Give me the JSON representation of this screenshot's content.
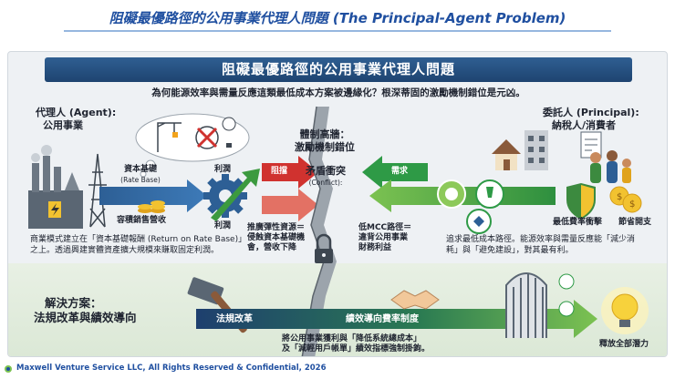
{
  "header": {
    "title": "阻礙最優路徑的公用事業代理人問題 (The Principal-Agent Problem)"
  },
  "card": {
    "banner": "阻礙最優路徑的公用事業代理人問題",
    "subtitle": "為何能源效率與需量反應這類最低成本方案被邊緣化？根深蒂固的激勵機制錯位是元凶。"
  },
  "agent": {
    "title": "代理人 (Agent):",
    "subtitle": "公用事業",
    "rate_base": "資本基礎",
    "rate_base_en": "(Rate Base)",
    "sales_revenue": "容積銷售營收",
    "profit_top": "利潤",
    "profit_bottom": "利潤",
    "note_line1": "商業模式建立在「資本基礎報酬 (Return on Rate Base)」",
    "note_line2": "之上。透過興建實體資產擴大規模來賺取固定利潤。"
  },
  "conflict": {
    "wall_line1": "體制高牆：",
    "wall_line2": "激勵機制錯位",
    "arrow_block": "阻擋",
    "arrow_demand": "需求",
    "label": "矛盾衝突",
    "label_en": "(Conflict):",
    "left_line1": "推廣彈性資源＝",
    "left_line2": "侵蝕資本基礎機",
    "left_line3": "會，營收下降",
    "right_line1": "低MCC路徑＝",
    "right_line2": "違背公用事業",
    "right_line3": "財務利益"
  },
  "principal": {
    "title": "委託人 (Principal):",
    "subtitle": "納稅人/消費者",
    "lowest_rate": "最低費率衝擊",
    "savings": "節省開支",
    "note_line1": "追求最低成本路徑。能源效率與需量反應能「減少消",
    "note_line2": "耗」與「避免建設」，對其最有利。"
  },
  "solution": {
    "title_line1": "解決方案：",
    "title_line2": "法規改革與績效導向",
    "reform": "法規改革",
    "pbr": "績效導向費率制度",
    "note_line1": "將公用事業獲利與「降低系統總成本」",
    "note_line2": "及「減輕用戶帳單」績效指標強制掛鉤。",
    "release": "釋放全部潛力"
  },
  "footer": {
    "text": "Maxwell Venture Service LLC, All Rights Reserved & Confidential, 2026"
  },
  "colors": {
    "title_blue": "#1f4fa0",
    "banner_navy": "#1e4470",
    "block_red": "#d0322f",
    "demand_green": "#2e9a46",
    "solution_navy": "#1e3f6e"
  }
}
